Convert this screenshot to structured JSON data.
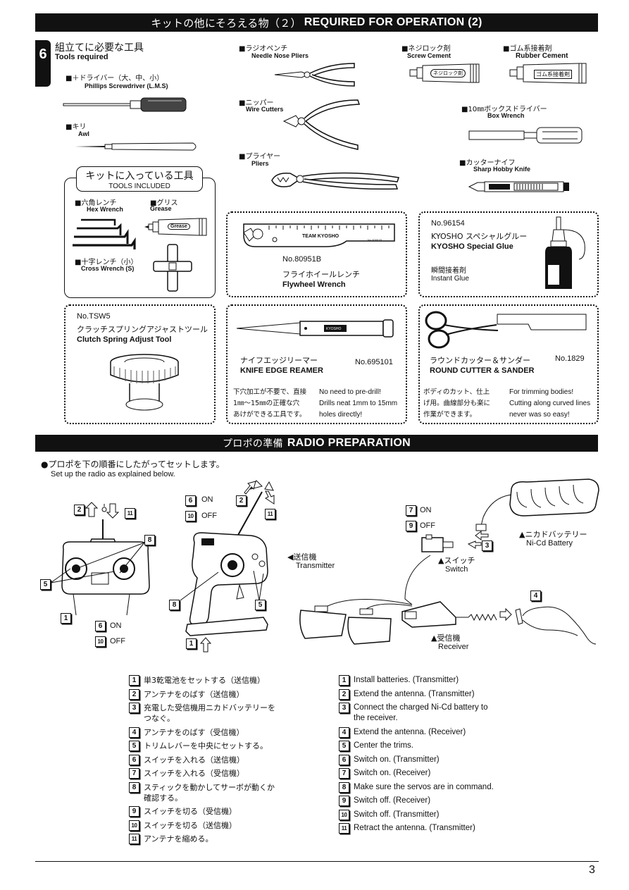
{
  "header": {
    "title_jp": "キットの他にそろえる物（２）",
    "title_en": "REQUIRED FOR OPERATION (2)"
  },
  "tools": {
    "section_number": "6",
    "title_jp": "組立てに必要な工具",
    "title_en": "Tools required",
    "screwdriver": {
      "jp": "■＋ドライバー（大、中、小）",
      "en": "Phillips Screwdriver (L.M.S)"
    },
    "awl": {
      "jp": "■キリ",
      "en": "Awl"
    },
    "needle_nose": {
      "jp": "■ラジオペンチ",
      "en": "Needle Nose Pliers"
    },
    "wire_cutters": {
      "jp": "■ニッパー",
      "en": "Wire Cutters"
    },
    "pliers": {
      "jp": "■プライヤー",
      "en": "Pliers"
    },
    "screw_cement": {
      "jp": "■ネジロック剤",
      "en": "Screw Cement",
      "tube_label": "ネジロック剤"
    },
    "rubber_cement": {
      "jp": "■ゴム系接着剤",
      "en": "Rubber Cement",
      "tube_label": "ゴム系接着剤"
    },
    "box_wrench": {
      "jp": "■10㎜ボックスドライバー",
      "en": "Box Wrench"
    },
    "hobby_knife": {
      "jp": "■カッターナイフ",
      "en": "Sharp Hobby Knife"
    }
  },
  "included": {
    "title_jp": "キットに入っている工具",
    "title_en": "TOOLS INCLUDED",
    "hex": {
      "jp": "■六角レンチ",
      "en": "Hex Wrench"
    },
    "grease": {
      "jp": "■グリス",
      "en": "Grease",
      "tube_label": "Grease"
    },
    "cross": {
      "jp": "■十字レンチ（小）",
      "en": "Cross Wrench (S)"
    }
  },
  "flywheel": {
    "no": "No.80951B",
    "jp": "フライホイールレンチ",
    "en": "Flywheel Wrench",
    "brand": "TEAM KYOSHO",
    "part": "No.80951B"
  },
  "glue": {
    "no": "No.96154",
    "jp": "KYOSHO スペシャルグルー",
    "en": "KYOSHO Special Glue",
    "sub_jp": "瞬間接着剤",
    "sub_en": "Instant Glue"
  },
  "clutch": {
    "no": "No.TSW5",
    "jp": "クラッチスプリングアジャストツール",
    "en": "Clutch Spring Adjust Tool"
  },
  "reamer": {
    "jp": "ナイフエッジリーマー",
    "en": "KNIFE EDGE REAMER",
    "no": "No.695101",
    "logo": "KYOSHO",
    "desc_jp": [
      "下穴加工が不要で、直接",
      "1㎜〜15㎜の正確な穴",
      "あけができる工具です。"
    ],
    "desc_en": [
      "No need to pre-drill!",
      "Drills neat 1mm to 15mm",
      "holes directly!"
    ]
  },
  "cutter": {
    "jp": "ラウンドカッター＆サンダー",
    "en": "ROUND CUTTER & SANDER",
    "no": "No.1829",
    "desc_jp": [
      "ボディのカット、仕上",
      "げ用。曲線部分も楽に",
      "作業ができます。"
    ],
    "desc_en": [
      "For trimming bodies!",
      "Cutting along curved lines",
      "never was so easy!"
    ]
  },
  "radio": {
    "banner_jp": "プロポの準備",
    "banner_en": "RADIO PREPARATION",
    "intro_jp": "●プロポを下の順番にしたがってセットします。",
    "intro_en": "Set up the radio as explained below.",
    "on": "ON",
    "off": "OFF",
    "transmitter_jp": "◀送信機",
    "transmitter_en": "Transmitter",
    "switch_jp": "▲スイッチ",
    "switch_en": "Switch",
    "receiver_jp": "▲受信機",
    "receiver_en": "Receiver",
    "battery_jp": "▲ニカドバッテリー",
    "battery_en": "Ni-Cd Battery"
  },
  "steps_jp": [
    {
      "n": "1",
      "t": "単3乾電池をセットする（送信機）"
    },
    {
      "n": "2",
      "t": "アンテナをのばす（送信機）"
    },
    {
      "n": "3",
      "t": "充電した受信機用ニカドバッテリーを\nつなぐ。"
    },
    {
      "n": "4",
      "t": "アンテナをのばす（受信機）"
    },
    {
      "n": "5",
      "t": "トリムレバーを中央にセットする。"
    },
    {
      "n": "6",
      "t": "スイッチを入れる（送信機）"
    },
    {
      "n": "7",
      "t": "スイッチを入れる（受信機）"
    },
    {
      "n": "8",
      "t": "スティックを動かしてサーボが動くか\n確認する。"
    },
    {
      "n": "9",
      "t": "スイッチを切る（受信機）"
    },
    {
      "n": "10",
      "t": "スイッチを切る（送信機）"
    },
    {
      "n": "11",
      "t": "アンテナを縮める。"
    }
  ],
  "steps_en": [
    {
      "n": "1",
      "t": "Install batteries.  (Transmitter)"
    },
    {
      "n": "2",
      "t": "Extend the antenna.  (Transmitter)"
    },
    {
      "n": "3",
      "t": "Connect  the  charged  Ni-Cd  battery  to\nthe receiver."
    },
    {
      "n": "4",
      "t": "Extend the antenna.  (Receiver)"
    },
    {
      "n": "5",
      "t": "Center the trims."
    },
    {
      "n": "6",
      "t": "Switch on.  (Transmitter)"
    },
    {
      "n": "7",
      "t": "Switch on.  (Receiver)"
    },
    {
      "n": "8",
      "t": "Make sure the servos are in command."
    },
    {
      "n": "9",
      "t": "Switch off.  (Receiver)"
    },
    {
      "n": "10",
      "t": "Switch off.  (Transmitter)"
    },
    {
      "n": "11",
      "t": "Retract the antenna.  (Transmitter)"
    }
  ],
  "page_number": "3"
}
